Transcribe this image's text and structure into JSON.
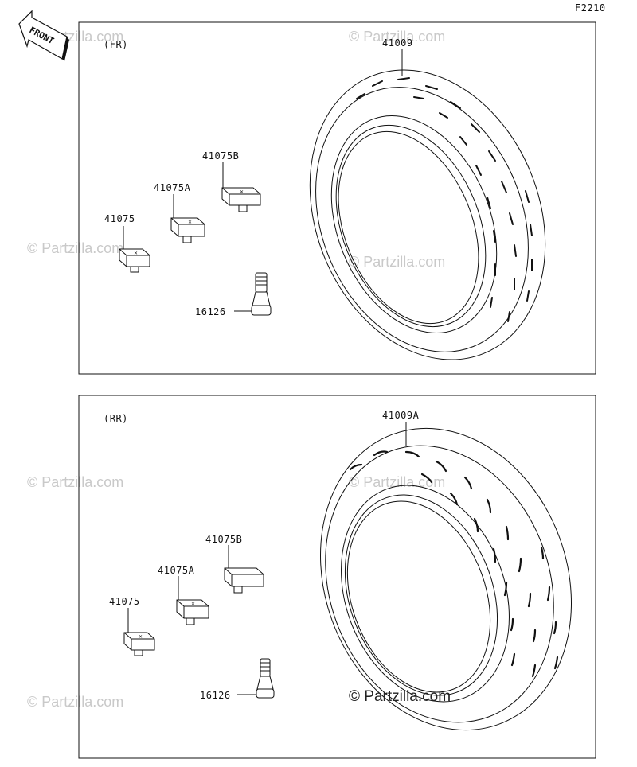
{
  "figure_code": "F2210",
  "front_label": "FRONT",
  "panels": [
    {
      "section": "(FR)",
      "parts": {
        "tire": "41009",
        "weight_b": "41075B",
        "weight_a": "41075A",
        "weight": "41075",
        "valve": "16126"
      }
    },
    {
      "section": "(RR)",
      "parts": {
        "tire": "41009A",
        "weight_b": "41075B",
        "weight_a": "41075A",
        "weight": "41075",
        "valve": "16126"
      }
    }
  ],
  "watermark": "© Partzilla.com",
  "copyright": "© Partzilla.com"
}
